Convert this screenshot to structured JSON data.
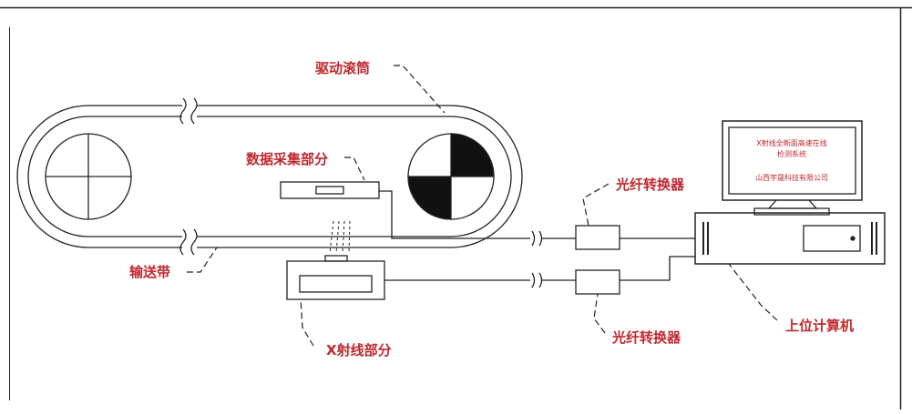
{
  "diagram": {
    "colors": {
      "line": "#222222",
      "label": "#c0282e",
      "background": "#ffffff"
    },
    "labels": {
      "drive_roller": "驱动滚筒",
      "data_acquisition": "数据采集部分",
      "conveyor_belt": "输送带",
      "xray_part": "X射线部分",
      "converter_top": "光纤转换器",
      "converter_bottom": "光纤转换器",
      "host_computer": "上位计算机"
    },
    "monitor_screen": {
      "line1": "X射线全断面高速在线",
      "line2": "检测系统",
      "line3": "山西宇晟科技有限公司"
    }
  }
}
